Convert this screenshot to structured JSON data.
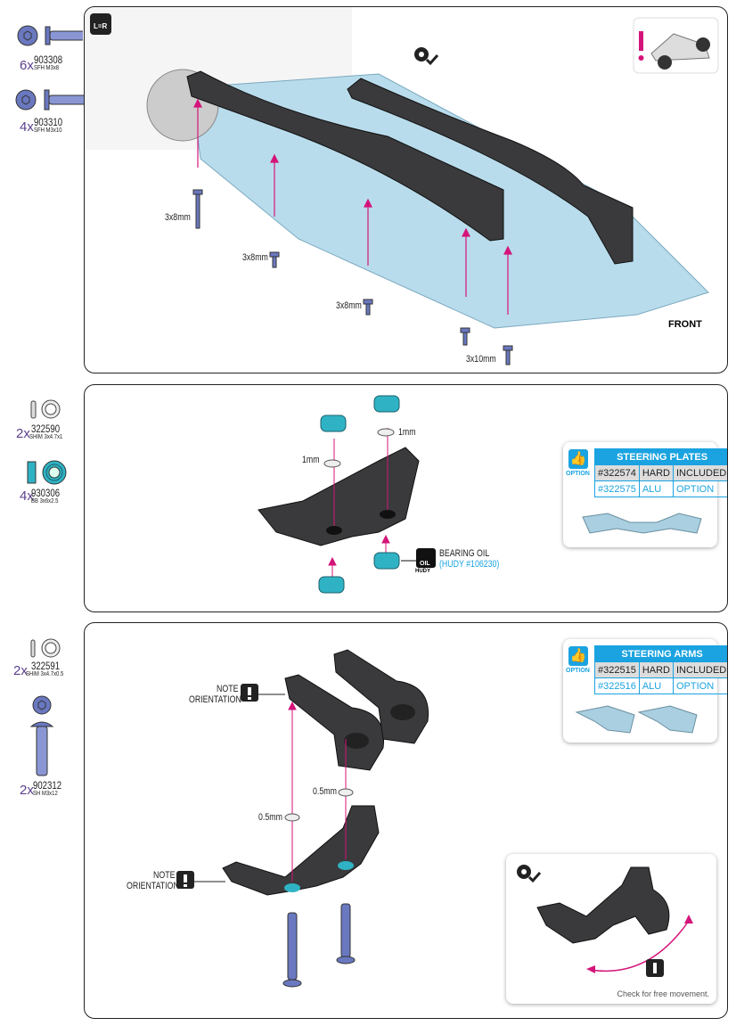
{
  "parts": [
    {
      "count": "6x",
      "number": "903308",
      "desc": "SFH M3x8"
    },
    {
      "count": "4x",
      "number": "903310",
      "desc": "SFH M3x10"
    },
    {
      "count": "2x",
      "number": "322590",
      "desc": "SHIM 3x4.7x1"
    },
    {
      "count": "4x",
      "number": "930306",
      "desc": "BB 3x6x2.5"
    },
    {
      "count": "2x",
      "number": "322591",
      "desc": "SHIM 3x4.7x0.5"
    },
    {
      "count": "2x",
      "number": "902312",
      "desc": "SH M3x12"
    }
  ],
  "step1": {
    "lr_badge": "L=R",
    "screws": [
      "3x8mm",
      "3x8mm",
      "3x8mm",
      "3x10mm"
    ],
    "front": "FRONT"
  },
  "step2": {
    "shim_labels": [
      "1mm",
      "1mm"
    ],
    "oil_label": "BEARING OIL",
    "oil_ref": "(HUDY #106230)",
    "oil_icon": "OIL",
    "hudy": "HUDY",
    "option": {
      "badge": "OPTION",
      "title": "STEERING PLATES",
      "rows": [
        [
          "#322574",
          "HARD",
          "INCLUDED"
        ],
        [
          "#322575",
          "ALU",
          "OPTION"
        ]
      ]
    }
  },
  "step3": {
    "note": "NOTE",
    "orientation": "ORIENTATION",
    "shim_labels": [
      "0.5mm",
      "0.5mm"
    ],
    "option": {
      "badge": "OPTION",
      "title": "STEERING ARMS",
      "rows": [
        [
          "#322515",
          "HARD",
          "INCLUDED"
        ],
        [
          "#322516",
          "ALU",
          "OPTION"
        ]
      ]
    },
    "check": "Check for free movement."
  },
  "colors": {
    "accent": "#1aa3e0",
    "arrow": "#d4147a",
    "count": "#5b3f8c",
    "plate": "#b9dcec",
    "part": "#3a3a3c",
    "bearing": "#2fb3c4"
  }
}
